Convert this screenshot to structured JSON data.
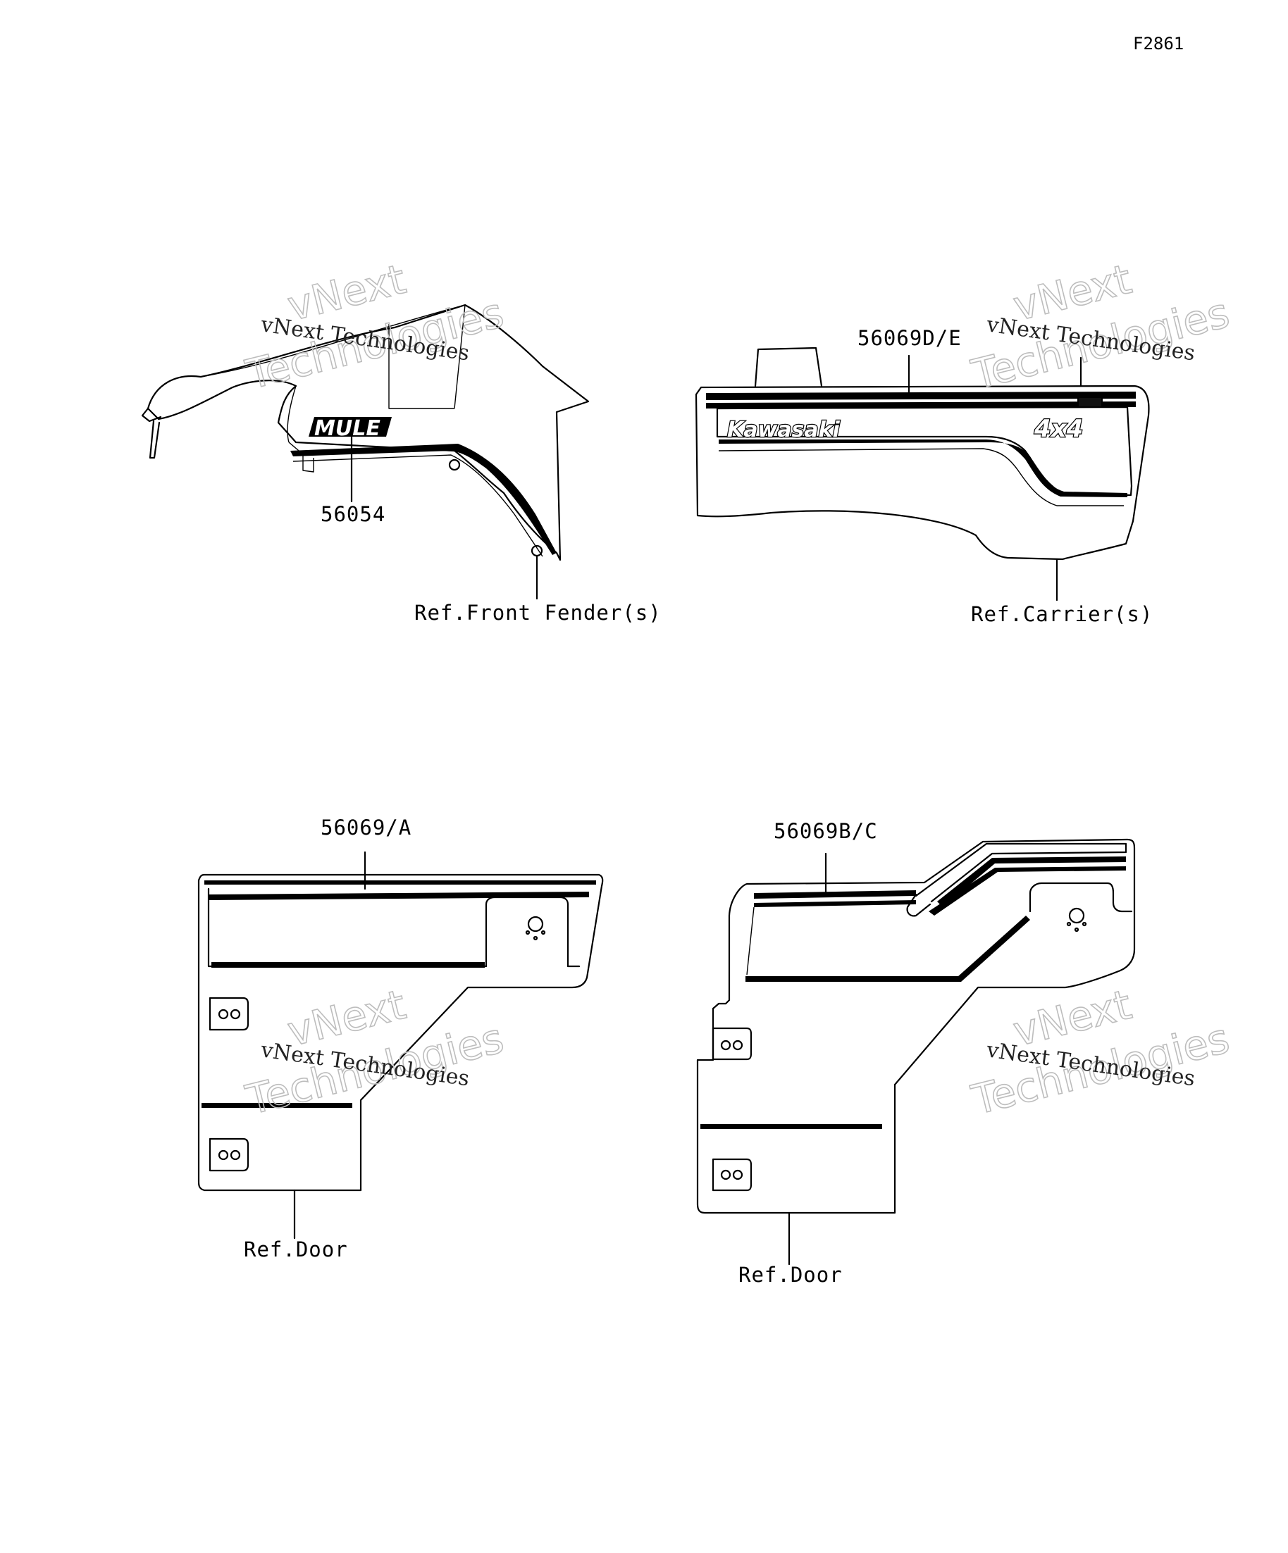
{
  "figure_code": "F2861",
  "watermark": {
    "line1": "vNext",
    "line2": "Technologies",
    "caption": "vNext Technologies"
  },
  "panels": {
    "front_fender": {
      "part_number": "56054",
      "reference": "Ref.Front Fender(s)",
      "decal_text": "MULE"
    },
    "carrier": {
      "part_number": "56069D/E",
      "reference": "Ref.Carrier(s)",
      "decal_brand": "Kawasaki",
      "decal_badge": "4x4"
    },
    "door_left": {
      "part_number": "56069/A",
      "reference": "Ref.Door"
    },
    "door_right": {
      "part_number": "56069B/C",
      "reference": "Ref.Door"
    }
  },
  "colors": {
    "line": "#000000",
    "background": "#ffffff",
    "watermark_outline": "#bdbdbd"
  }
}
